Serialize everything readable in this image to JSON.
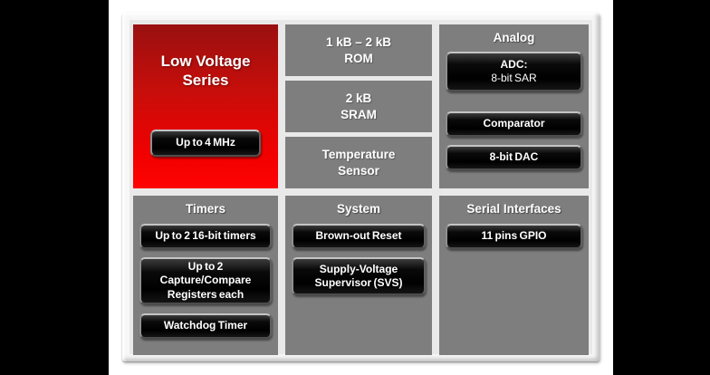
{
  "palette": {
    "page_bg": "#000000",
    "slide_bg": "#ffffff",
    "frame_bg": "#f7f7f7",
    "inner_bg": "#e9e9e9",
    "panel_gray": "#7e7e7e",
    "red_top": "#991010",
    "red_bottom": "#ff0303",
    "button_black": "#000000",
    "text_white": "#ffffff"
  },
  "blocks": {
    "low_voltage": {
      "title_lines": [
        "Low Voltage",
        "Series"
      ],
      "button_label": "Up to 4 MHz"
    },
    "memory": [
      {
        "lines": [
          "1 kB – 2 kB",
          "ROM"
        ]
      },
      {
        "lines": [
          "2 kB",
          "SRAM"
        ]
      },
      {
        "lines": [
          "Temperature",
          "Sensor"
        ]
      }
    ],
    "analog": {
      "title": "Analog",
      "buttons": [
        {
          "lines": [
            "ADC:",
            "8-bit SAR"
          ]
        },
        {
          "lines": [
            "Comparator"
          ]
        },
        {
          "lines": [
            "8-bit DAC"
          ]
        }
      ]
    },
    "timers": {
      "title": "Timers",
      "buttons": [
        {
          "lines": [
            "Up to 2 16-bit timers"
          ]
        },
        {
          "lines": [
            "Up to 2",
            "Capture/Compare",
            "Registers each"
          ]
        },
        {
          "lines": [
            "Watchdog Timer"
          ]
        }
      ]
    },
    "system": {
      "title": "System",
      "buttons": [
        {
          "lines": [
            "Brown-out Reset"
          ]
        },
        {
          "lines": [
            "Supply-Voltage",
            "Supervisor (SVS)"
          ]
        }
      ]
    },
    "serial": {
      "title": "Serial Interfaces",
      "buttons": [
        {
          "lines": [
            "11 pins GPIO"
          ]
        }
      ]
    }
  }
}
